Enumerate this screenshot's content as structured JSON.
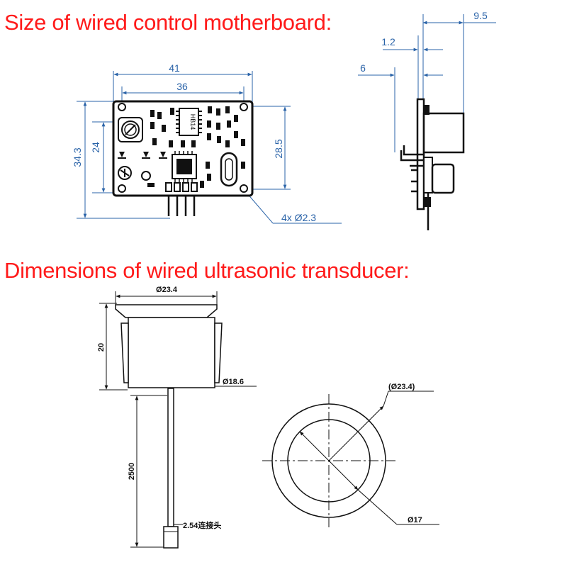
{
  "headings": {
    "motherboard": "Size of wired control motherboard:",
    "transducer": "Dimensions of wired ultrasonic transducer:"
  },
  "board": {
    "width_outer": "41",
    "width_holes": "36",
    "height_outer": "34.3",
    "height_inner": "24",
    "height_holes": "28.5",
    "holes": "4x Ø2.3",
    "chip_text": "HB14"
  },
  "side": {
    "d_top": "9.5",
    "d_mid": "1.2",
    "d_left": "6"
  },
  "transducer": {
    "top_diameter": "Ø23.4",
    "height": "20",
    "body_diameter": "Ø18.6",
    "cable_length": "2500",
    "connector": "2.54连接头",
    "outer_diameter": "(Ø23.4)",
    "inner_diameter": "Ø17"
  },
  "colors": {
    "heading": "#ff1a1a",
    "dimension": "#2a63a8",
    "line": "#222222"
  }
}
